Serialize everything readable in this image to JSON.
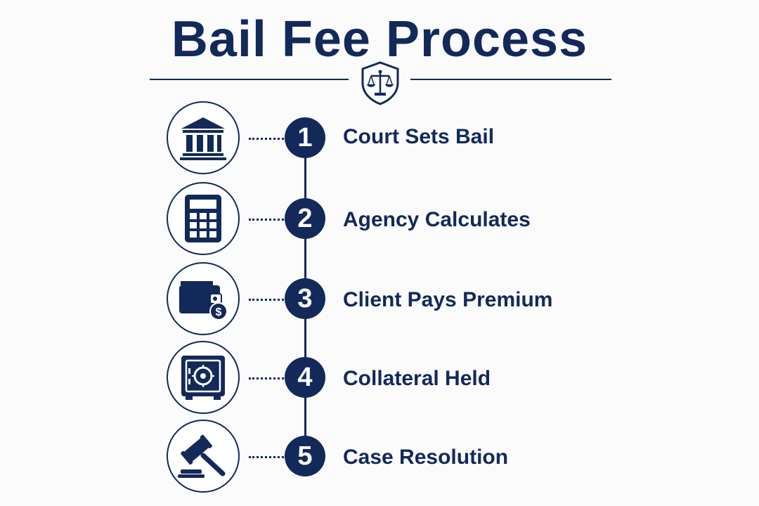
{
  "title": "Bail Fee Process",
  "colors": {
    "primary": "#13295a",
    "background": "#fbfbfb"
  },
  "emblem": {
    "icon": "scales-of-justice-shield-icon"
  },
  "steps": [
    {
      "number": "1",
      "label": "Court Sets Bail",
      "icon": "courthouse-icon"
    },
    {
      "number": "2",
      "label": "Agency Calculates",
      "icon": "calculator-icon"
    },
    {
      "number": "3",
      "label": "Client Pays Premium",
      "icon": "wallet-dollar-icon"
    },
    {
      "number": "4",
      "label": "Collateral Held",
      "icon": "safe-icon"
    },
    {
      "number": "5",
      "label": "Case Resolution",
      "icon": "gavel-icon"
    }
  ]
}
